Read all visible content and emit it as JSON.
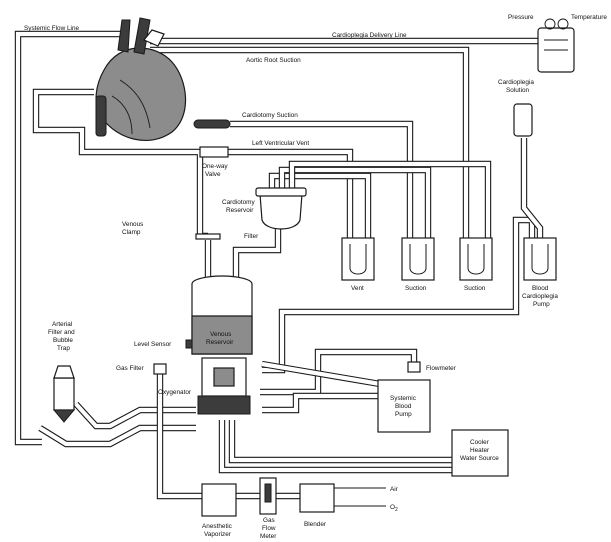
{
  "labels": {
    "systemic_flow_line": "Systemic Flow Line",
    "cardioplegia_delivery_line": "Cardioplegia Delivery Line",
    "pressure": "Pressure",
    "temperature": "Temperature",
    "aortic_root_suction": "Aortic Root Suction",
    "cardioplegia_solution_1": "Cardioplegia",
    "cardioplegia_solution_2": "Solution",
    "cardiotomy_suction": "Cardiotomy Suction",
    "left_ventricular_vent": "Left Ventricular Vent",
    "one_way_valve_1": "One-way",
    "one_way_valve_2": "Valve",
    "cardiotomy_reservoir_1": "Cardiotomy",
    "cardiotomy_reservoir_2": "Reservoir",
    "venous_clamp_1": "Venous",
    "venous_clamp_2": "Clamp",
    "filter": "Filter",
    "vent": "Vent",
    "suction_1": "Suction",
    "suction_2": "Suction",
    "blood_cardioplegia_pump_1": "Blood",
    "blood_cardioplegia_pump_2": "Cardioplegia",
    "blood_cardioplegia_pump_3": "Pump",
    "arterial_filter_1": "Arterial",
    "arterial_filter_2": "Filter and",
    "arterial_filter_3": "Bubble",
    "arterial_filter_4": "Trap",
    "level_sensor": "Level Sensor",
    "venous_reservoir_1": "Venous",
    "venous_reservoir_2": "Reservoir",
    "gas_filter": "Gas Filter",
    "oxygenator": "Oxygenator",
    "flowmeter": "Flowmeter",
    "systemic_blood_pump_1": "Systemic",
    "systemic_blood_pump_2": "Blood",
    "systemic_blood_pump_3": "Pump",
    "cooler_heater_1": "Cooler",
    "cooler_heater_2": "Heater",
    "cooler_heater_3": "Water Source",
    "anesthetic_vaporizer_1": "Anesthetic",
    "anesthetic_vaporizer_2": "Vaporizer",
    "gas_flow_meter_1": "Gas",
    "gas_flow_meter_2": "Flow",
    "gas_flow_meter_3": "Meter",
    "blender": "Blender",
    "air": "Air",
    "o2_main": "O",
    "o2_sub": "2"
  }
}
